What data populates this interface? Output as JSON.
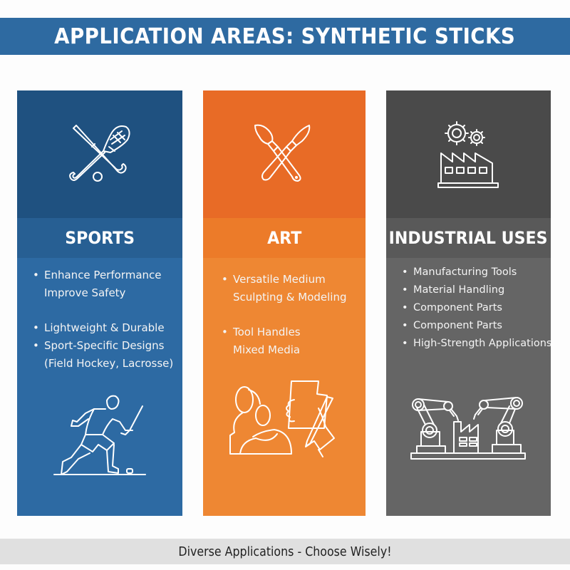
{
  "header": {
    "title": "APPLICATION AREAS: SYNTHETIC STICKS"
  },
  "columns": {
    "sports": {
      "title": "SPORTS",
      "icon": "crossed-sticks-icon",
      "illustration": "hockey-player-illustration",
      "color_top": "#1f5180",
      "color_title": "#275f93",
      "color_body": "#2d6aa3",
      "bullets": [
        {
          "text": "Enhance Performance",
          "continuation": "Improve Safety"
        },
        {
          "text": "Lightweight & Durable"
        },
        {
          "text": "Sport-Specific Designs",
          "continuation": "(Field Hockey, Lacrosse)"
        }
      ]
    },
    "art": {
      "title": "ART",
      "icon": "brush-and-knife-icon",
      "illustration": "sculpting-drawing-illustration",
      "color_top": "#e86b26",
      "color_title": "#ec7b29",
      "color_body": "#ee8733",
      "bullets": [
        {
          "text": "Versatile Medium",
          "continuation": "Sculpting & Modeling"
        },
        {
          "text": "Tool Handles",
          "continuation": "Mixed Media"
        }
      ]
    },
    "industrial": {
      "title": "INDUSTRIAL USES",
      "icon": "factory-gears-icon",
      "illustration": "robotic-arms-factory-illustration",
      "color_top": "#4a4a4a",
      "color_title": "#595959",
      "color_body": "#656565",
      "bullets": [
        {
          "text": "Manufacturing Tools"
        },
        {
          "text": "Material Handling"
        },
        {
          "text": "Component Parts"
        },
        {
          "text": "Component Parts"
        },
        {
          "text": "High-Strength Applications"
        }
      ]
    }
  },
  "footer": {
    "text": "Diverse Applications - Choose Wisely!"
  },
  "colors": {
    "header_bg": "#2e6aa1",
    "footer_bg": "#e0e0e0",
    "footer_text": "#222222"
  }
}
